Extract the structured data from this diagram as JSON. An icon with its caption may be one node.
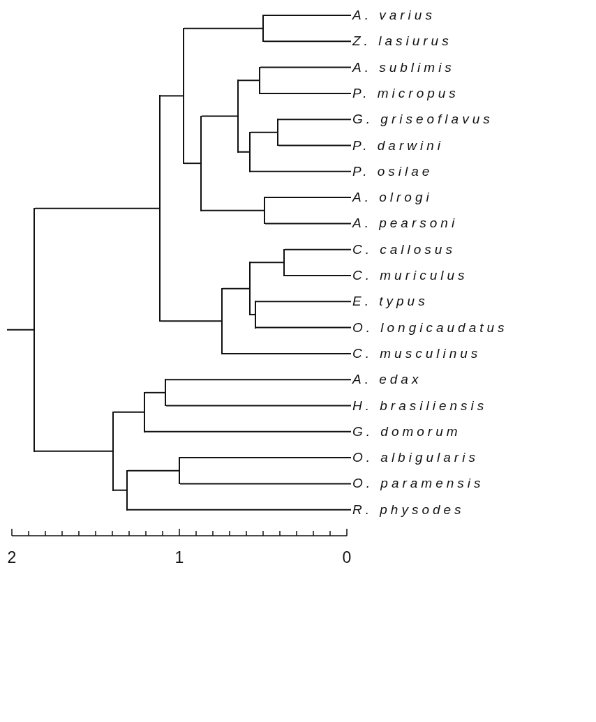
{
  "diagram": {
    "nodes": [
      {
        "text": [
          "A. varius"
        ]
      },
      {
        "text": [
          "Z. lasiurus"
        ]
      },
      {
        "text": [
          "A. sublimis"
        ]
      },
      {
        "text": [
          "P. micropus"
        ]
      },
      {
        "text": [
          "G. griseoflavus"
        ]
      },
      {
        "text": [
          "P. darwini"
        ]
      },
      {
        "text": [
          "P. osilae"
        ]
      },
      {
        "text": [
          "A. olrogi"
        ]
      },
      {
        "text": [
          "A. pearsoni"
        ]
      },
      {
        "text": [
          "C. callosus"
        ]
      },
      {
        "text": [
          "C. muriculus"
        ]
      },
      {
        "text": [
          "E. typus"
        ]
      },
      {
        "text": [
          "O. longicaudatus"
        ]
      },
      {
        "text": [
          "C. musculinus"
        ]
      },
      {
        "text": [
          "A. edax"
        ]
      },
      {
        "text": [
          "H. brasiliensis"
        ]
      },
      {
        "text": [
          "G. domorum"
        ]
      },
      {
        "text": [
          "O. albigularis"
        ]
      },
      {
        "text": [
          "O. paramensis"
        ]
      },
      {
        "text": [
          "R. physodes"
        ]
      },
      {
        "text": [],
        "shape": "bar"
      },
      {
        "text": [],
        "shape": "bar"
      },
      {
        "text": [],
        "shape": "bar"
      },
      {
        "text": [],
        "shape": "bar"
      },
      {
        "text": [],
        "shape": "bar"
      },
      {
        "text": [],
        "shape": "bar"
      },
      {
        "text": [],
        "shape": "bar"
      },
      {
        "text": [],
        "shape": "bar"
      },
      {
        "text": [],
        "shape": "bar"
      },
      {
        "text": [],
        "shape": "bar"
      },
      {
        "text": [],
        "shape": "bar"
      },
      {
        "text": [],
        "shape": "bar"
      },
      {
        "text": [],
        "shape": "bar"
      },
      {
        "text": [],
        "shape": "bar"
      },
      {
        "text": [],
        "shape": "bar"
      },
      {
        "text": [],
        "shape": "bar"
      },
      {
        "text": [],
        "shape": "bar"
      },
      {
        "text": [],
        "shape": "bar"
      },
      {
        "text": [],
        "shape": "bar"
      }
    ],
    "edges": [
      {
        "from": null,
        "to": 20,
        "arrow": "none"
      },
      {
        "from": 20,
        "to": 21,
        "arrow": "none"
      },
      {
        "from": 20,
        "to": 34,
        "arrow": "none"
      },
      {
        "from": 21,
        "to": 22,
        "arrow": "none"
      },
      {
        "from": 21,
        "to": 30,
        "arrow": "none"
      },
      {
        "from": 22,
        "to": 23,
        "arrow": "none"
      },
      {
        "from": 22,
        "to": 24,
        "arrow": "none"
      },
      {
        "from": 23,
        "to": 0,
        "arrow": "none"
      },
      {
        "from": 23,
        "to": 1,
        "arrow": "none"
      },
      {
        "from": 24,
        "to": 25,
        "arrow": "none"
      },
      {
        "from": 24,
        "to": 29,
        "arrow": "none"
      },
      {
        "from": 25,
        "to": 26,
        "arrow": "none"
      },
      {
        "from": 25,
        "to": 27,
        "arrow": "none"
      },
      {
        "from": 26,
        "to": 2,
        "arrow": "none"
      },
      {
        "from": 26,
        "to": 3,
        "arrow": "none"
      },
      {
        "from": 27,
        "to": 28,
        "arrow": "none"
      },
      {
        "from": 27,
        "to": 6,
        "arrow": "none"
      },
      {
        "from": 28,
        "to": 4,
        "arrow": "none"
      },
      {
        "from": 28,
        "to": 5,
        "arrow": "none"
      },
      {
        "from": 29,
        "to": 7,
        "arrow": "none"
      },
      {
        "from": 29,
        "to": 8,
        "arrow": "none"
      },
      {
        "from": 30,
        "to": 31,
        "arrow": "none"
      },
      {
        "from": 30,
        "to": 13,
        "arrow": "none"
      },
      {
        "from": 31,
        "to": 32,
        "arrow": "none"
      },
      {
        "from": 31,
        "to": 33,
        "arrow": "none"
      },
      {
        "from": 32,
        "to": 9,
        "arrow": "none"
      },
      {
        "from": 32,
        "to": 10,
        "arrow": "none"
      },
      {
        "from": 33,
        "to": 11,
        "arrow": "none"
      },
      {
        "from": 33,
        "to": 12,
        "arrow": "none"
      },
      {
        "from": 34,
        "to": 35,
        "arrow": "none"
      },
      {
        "from": 34,
        "to": 37,
        "arrow": "none"
      },
      {
        "from": 35,
        "to": 36,
        "arrow": "none"
      },
      {
        "from": 35,
        "to": 16,
        "arrow": "none"
      },
      {
        "from": 36,
        "to": 14,
        "arrow": "none"
      },
      {
        "from": 36,
        "to": 15,
        "arrow": "none"
      },
      {
        "from": 37,
        "to": 38,
        "arrow": "none"
      },
      {
        "from": 37,
        "to": 19,
        "arrow": "none"
      },
      {
        "from": 38,
        "to": 17,
        "arrow": "none"
      },
      {
        "from": 38,
        "to": 18,
        "arrow": "none"
      }
    ],
    "labels": [
      "2",
      "1",
      "0"
    ]
  }
}
